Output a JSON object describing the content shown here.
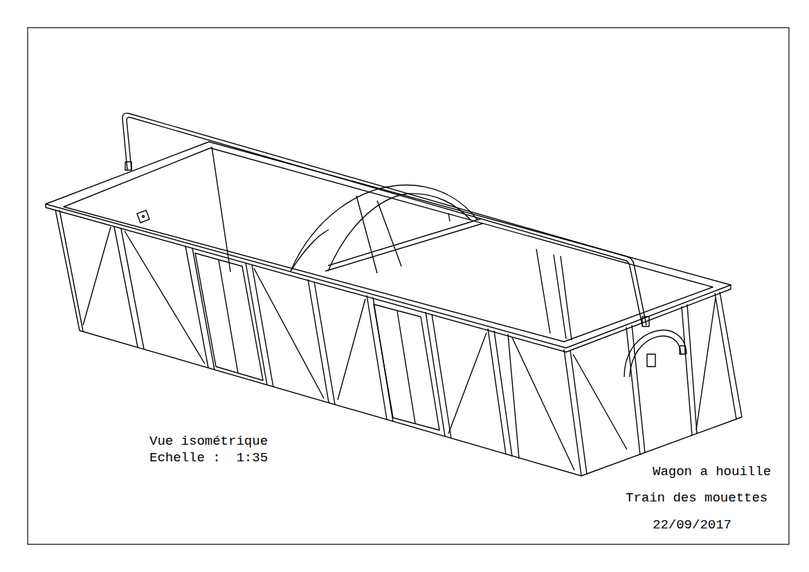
{
  "diagram": {
    "labels": [
      "Vue isométrique",
      "Echelle :  1:35",
      "Wagon a houille",
      "Train des mouettes",
      "22/09/2017"
    ]
  }
}
